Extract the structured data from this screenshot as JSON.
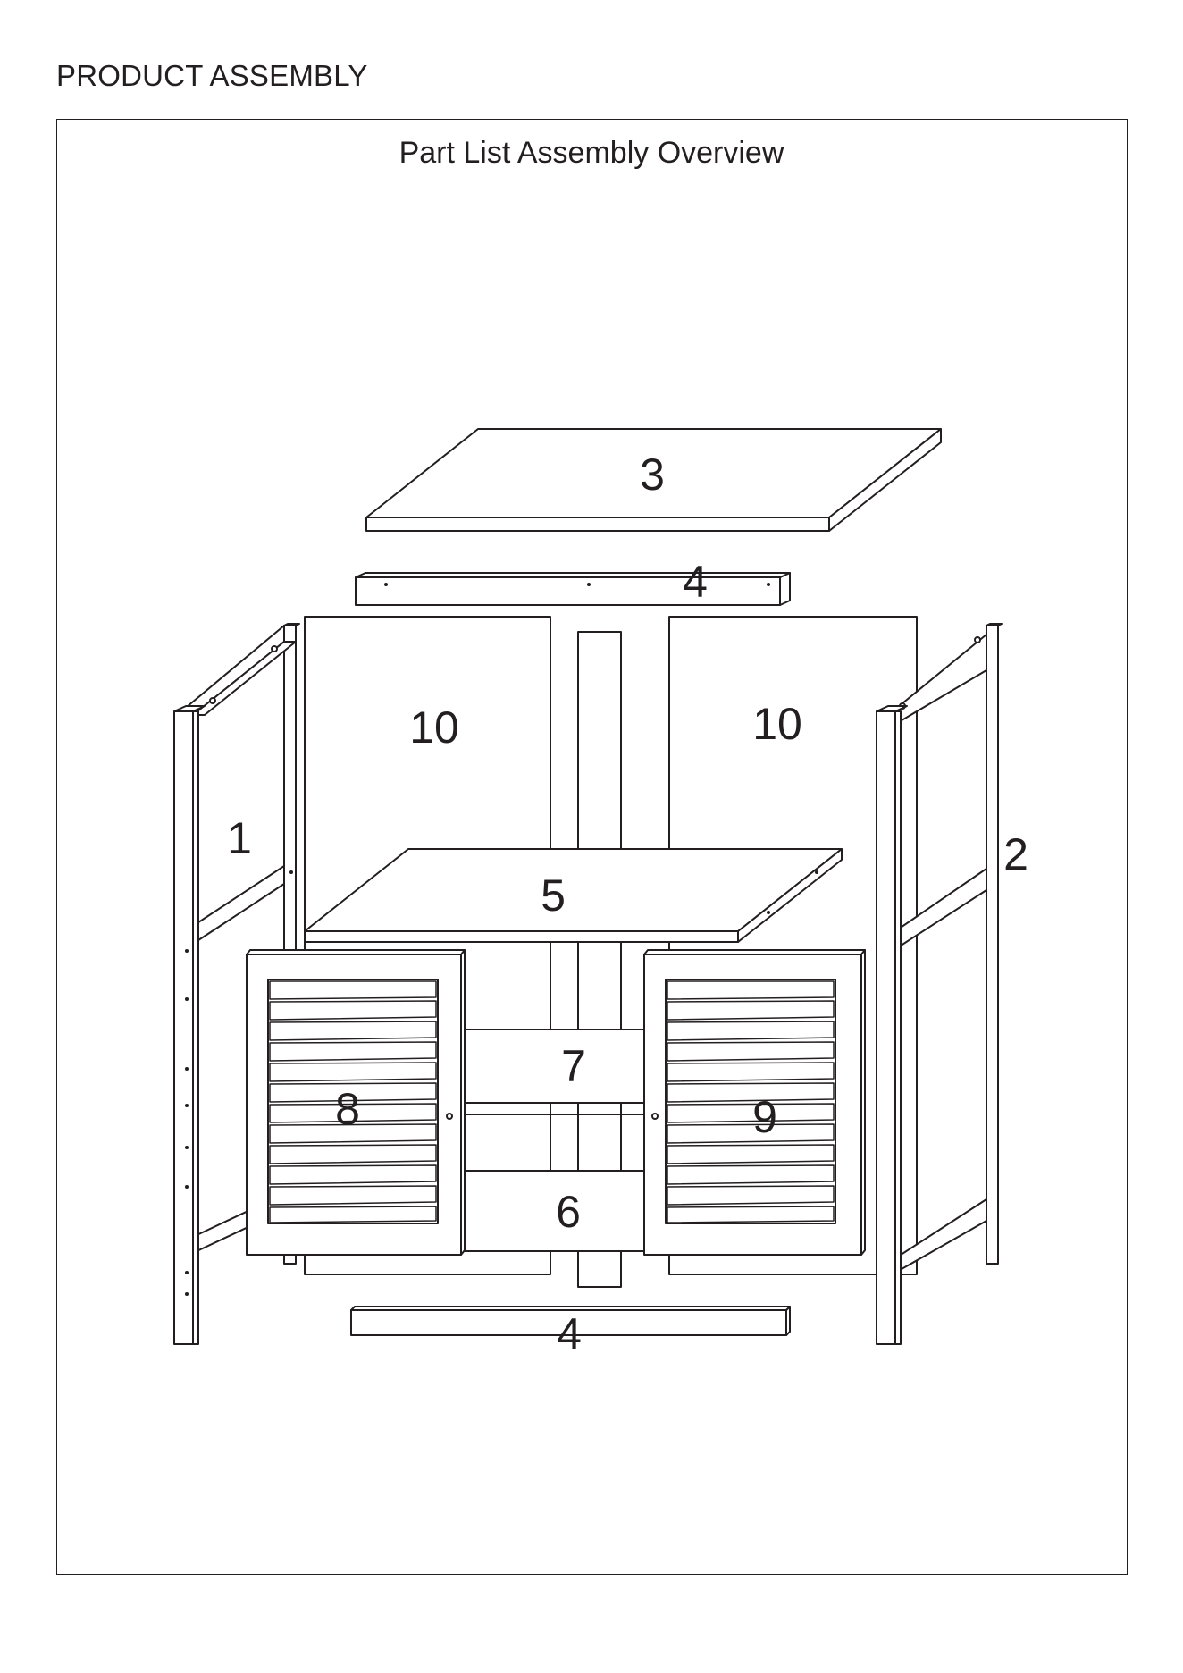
{
  "header": {
    "title": "PRODUCT ASSEMBLY"
  },
  "diagram": {
    "title": "Part List Assembly Overview",
    "part_labels": {
      "p1": "1",
      "p2": "2",
      "p3": "3",
      "p4_top": "4",
      "p4_bottom": "4",
      "p5": "5",
      "p6": "6",
      "p7": "7",
      "p8": "8",
      "p9": "9",
      "p10_left": "10",
      "p10_right": "10"
    },
    "colors": {
      "line": "#231f20",
      "fill": "#ffffff"
    }
  }
}
